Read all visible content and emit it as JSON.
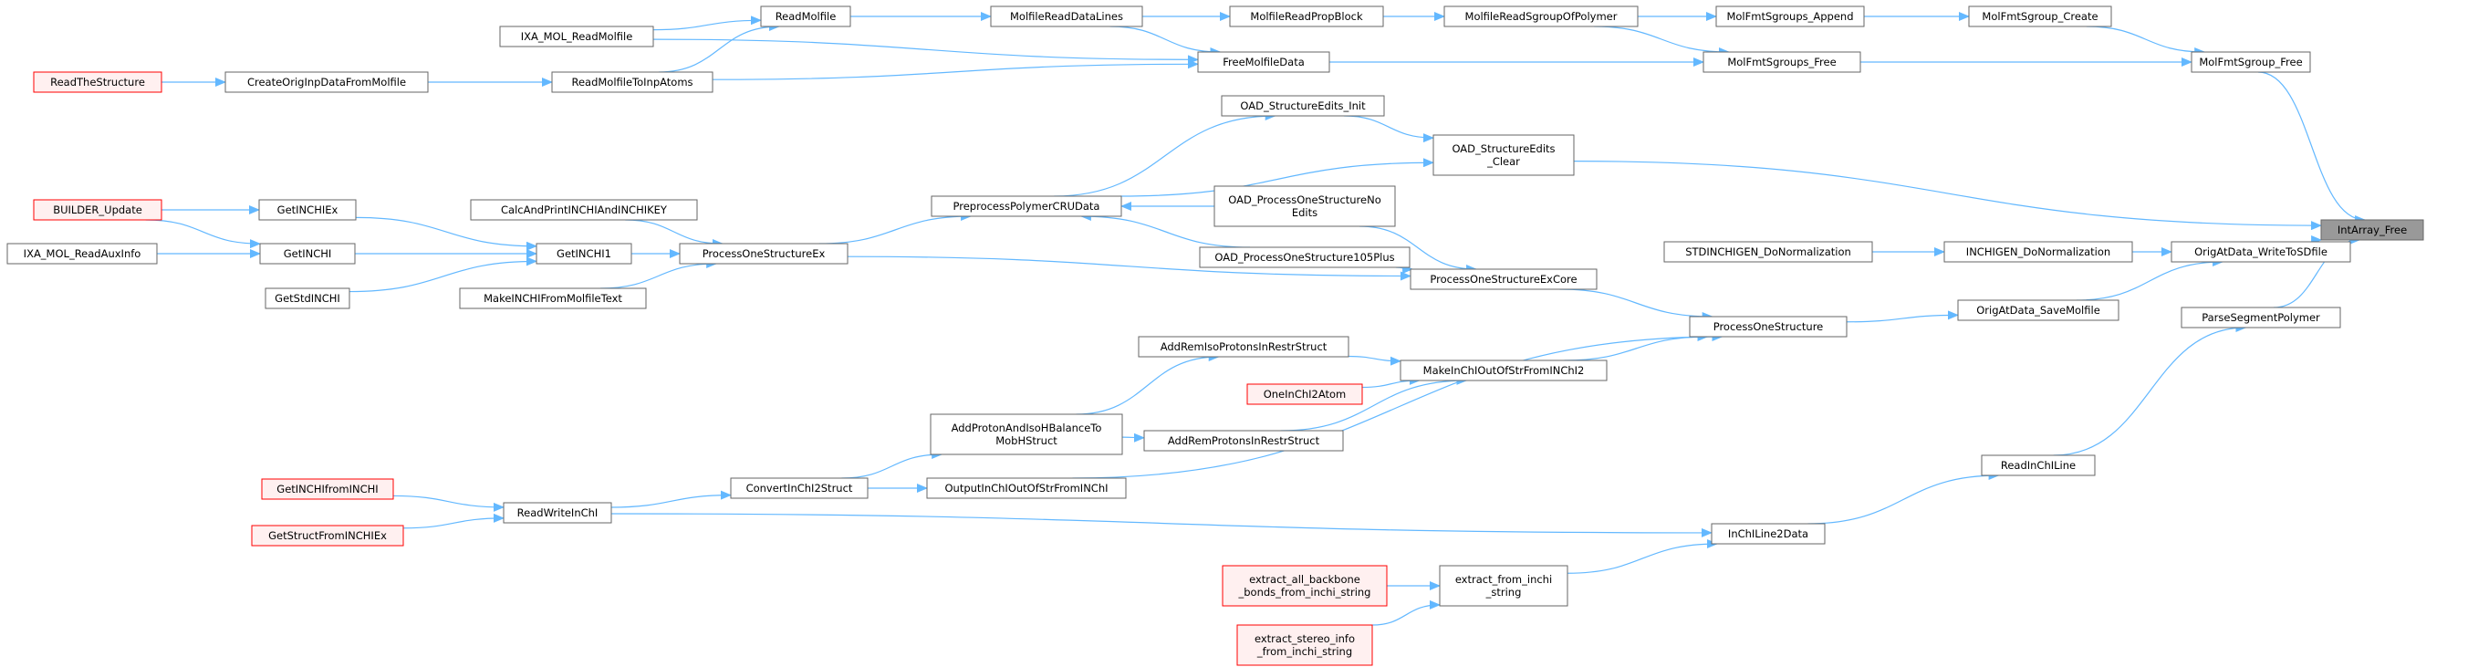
{
  "nodes": [
    {
      "id": "n_intarray_free",
      "label": [
        "IntArray_Free"
      ],
      "style": "focus"
    },
    {
      "id": "n_molfmtsgroup_free",
      "label": [
        "MolFmtSgroup_Free"
      ],
      "style": "normal"
    },
    {
      "id": "n_molfmtsgroup_create",
      "label": [
        "MolFmtSgroup_Create"
      ],
      "style": "normal"
    },
    {
      "id": "n_molfmtsgroups_append",
      "label": [
        "MolFmtSgroups_Append"
      ],
      "style": "normal"
    },
    {
      "id": "n_molfmtsgroups_free",
      "label": [
        "MolFmtSgroups_Free"
      ],
      "style": "normal"
    },
    {
      "id": "n_molfilereadsgroup",
      "label": [
        "MolfileReadSgroupOfPolymer"
      ],
      "style": "normal"
    },
    {
      "id": "n_molfilereadpropblock",
      "label": [
        "MolfileReadPropBlock"
      ],
      "style": "normal"
    },
    {
      "id": "n_molfilereaddatalines",
      "label": [
        "MolfileReadDataLines"
      ],
      "style": "normal"
    },
    {
      "id": "n_readmolfile",
      "label": [
        "ReadMolfile"
      ],
      "style": "normal"
    },
    {
      "id": "n_ixa_mol_readmolfile",
      "label": [
        "IXA_MOL_ReadMolfile"
      ],
      "style": "normal"
    },
    {
      "id": "n_freemolfiledata",
      "label": [
        "FreeMolfileData"
      ],
      "style": "normal"
    },
    {
      "id": "n_readmolfiletoinpatoms",
      "label": [
        "ReadMolfileToInpAtoms"
      ],
      "style": "normal"
    },
    {
      "id": "n_createoriginpdata",
      "label": [
        "CreateOrigInpDataFromMolfile"
      ],
      "style": "normal"
    },
    {
      "id": "n_readthestructure",
      "label": [
        "ReadTheStructure"
      ],
      "style": "red"
    },
    {
      "id": "n_oad_se_init",
      "label": [
        "OAD_StructureEdits_Init"
      ],
      "style": "normal"
    },
    {
      "id": "n_oad_se_clear",
      "label": [
        "OAD_StructureEdits",
        "_Clear"
      ],
      "style": "normal"
    },
    {
      "id": "n_preprocesspolymer",
      "label": [
        "PreprocessPolymerCRUData"
      ],
      "style": "normal"
    },
    {
      "id": "n_oad_noedits",
      "label": [
        "OAD_ProcessOneStructureNo",
        "Edits"
      ],
      "style": "normal"
    },
    {
      "id": "n_oad_105plus",
      "label": [
        "OAD_ProcessOneStructure105Plus"
      ],
      "style": "normal"
    },
    {
      "id": "n_processonestructureex",
      "label": [
        "ProcessOneStructureEx"
      ],
      "style": "normal"
    },
    {
      "id": "n_processonestructureexcore",
      "label": [
        "ProcessOneStructureExCore"
      ],
      "style": "normal"
    },
    {
      "id": "n_calcandprint",
      "label": [
        "CalcAndPrintINCHIAndINCHIKEY"
      ],
      "style": "normal"
    },
    {
      "id": "n_getinchi1",
      "label": [
        "GetINCHI1"
      ],
      "style": "normal"
    },
    {
      "id": "n_makeinchifrommolfile",
      "label": [
        "MakeINCHIFromMolfileText"
      ],
      "style": "normal"
    },
    {
      "id": "n_getinchiex",
      "label": [
        "GetINCHIEx"
      ],
      "style": "normal"
    },
    {
      "id": "n_getinchi",
      "label": [
        "GetINCHI"
      ],
      "style": "normal"
    },
    {
      "id": "n_getstdinchi",
      "label": [
        "GetStdINCHI"
      ],
      "style": "normal"
    },
    {
      "id": "n_builder_update",
      "label": [
        "BUILDER_Update"
      ],
      "style": "red"
    },
    {
      "id": "n_ixa_mol_readauxinfo",
      "label": [
        "IXA_MOL_ReadAuxInfo"
      ],
      "style": "normal"
    },
    {
      "id": "n_stdinchigen",
      "label": [
        "STDINCHIGEN_DoNormalization"
      ],
      "style": "normal"
    },
    {
      "id": "n_inchigen",
      "label": [
        "INCHIGEN_DoNormalization"
      ],
      "style": "normal"
    },
    {
      "id": "n_origat_sdfile",
      "label": [
        "OrigAtData_WriteToSDfile"
      ],
      "style": "normal"
    },
    {
      "id": "n_origat_savemolfile",
      "label": [
        "OrigAtData_SaveMolfile"
      ],
      "style": "normal"
    },
    {
      "id": "n_processonestructure",
      "label": [
        "ProcessOneStructure"
      ],
      "style": "normal"
    },
    {
      "id": "n_parsesegmentpolymer",
      "label": [
        "ParseSegmentPolymer"
      ],
      "style": "normal"
    },
    {
      "id": "n_makeinchioutofstr",
      "label": [
        "MakeInChIOutOfStrFromINChI2"
      ],
      "style": "normal"
    },
    {
      "id": "n_addremisoprotons",
      "label": [
        "AddRemIsoProtonsInRestrStruct"
      ],
      "style": "normal"
    },
    {
      "id": "n_oneinchi2atom",
      "label": [
        "OneInChI2Atom"
      ],
      "style": "red"
    },
    {
      "id": "n_addremprotons",
      "label": [
        "AddRemProtonsInRestrStruct"
      ],
      "style": "normal"
    },
    {
      "id": "n_addprotonandisoh",
      "label": [
        "AddProtonAndIsoHBalanceTo",
        "MobHStruct"
      ],
      "style": "normal"
    },
    {
      "id": "n_convertinchi2struct",
      "label": [
        "ConvertInChI2Struct"
      ],
      "style": "normal"
    },
    {
      "id": "n_outputinchioutofstr",
      "label": [
        "OutputInChIOutOfStrFromINChI"
      ],
      "style": "normal"
    },
    {
      "id": "n_readwriteinchi",
      "label": [
        "ReadWriteInChI"
      ],
      "style": "normal"
    },
    {
      "id": "n_getinchifrominchi",
      "label": [
        "GetINCHIfromINCHI"
      ],
      "style": "red"
    },
    {
      "id": "n_getstructfrominchiex",
      "label": [
        "GetStructFromINCHIEx"
      ],
      "style": "red"
    },
    {
      "id": "n_readinchiline",
      "label": [
        "ReadInChILine"
      ],
      "style": "normal"
    },
    {
      "id": "n_inchiline2data",
      "label": [
        "InChILine2Data"
      ],
      "style": "normal"
    },
    {
      "id": "n_extract_from_inchi",
      "label": [
        "extract_from_inchi",
        "_string"
      ],
      "style": "normal"
    },
    {
      "id": "n_extract_all_backbone",
      "label": [
        "extract_all_backbone",
        "_bonds_from_inchi_string"
      ],
      "style": "red"
    },
    {
      "id": "n_extract_stereo",
      "label": [
        "extract_stereo_info",
        "_from_inchi_string"
      ],
      "style": "red"
    }
  ],
  "edges": [
    [
      "n_molfmtsgroup_free",
      "n_intarray_free"
    ],
    [
      "n_oad_se_clear",
      "n_intarray_free"
    ],
    [
      "n_origat_sdfile",
      "n_intarray_free"
    ],
    [
      "n_parsesegmentpolymer",
      "n_intarray_free"
    ],
    [
      "n_molfmtsgroup_create",
      "n_molfmtsgroup_free"
    ],
    [
      "n_molfmtsgroups_free",
      "n_molfmtsgroup_free"
    ],
    [
      "n_molfmtsgroups_append",
      "n_molfmtsgroup_create"
    ],
    [
      "n_molfilereadsgroup",
      "n_molfmtsgroups_append"
    ],
    [
      "n_molfilereadsgroup",
      "n_molfmtsgroups_free"
    ],
    [
      "n_freemolfiledata",
      "n_molfmtsgroups_free"
    ],
    [
      "n_molfilereadpropblock",
      "n_molfilereadsgroup"
    ],
    [
      "n_molfilereaddatalines",
      "n_molfilereadpropblock"
    ],
    [
      "n_readmolfile",
      "n_molfilereaddatalines"
    ],
    [
      "n_molfilereaddatalines",
      "n_freemolfiledata"
    ],
    [
      "n_ixa_mol_readmolfile",
      "n_readmolfile"
    ],
    [
      "n_readmolfiletoinpatoms",
      "n_readmolfile"
    ],
    [
      "n_ixa_mol_readmolfile",
      "n_freemolfiledata"
    ],
    [
      "n_readmolfiletoinpatoms",
      "n_freemolfiledata"
    ],
    [
      "n_createoriginpdata",
      "n_readmolfiletoinpatoms"
    ],
    [
      "n_readthestructure",
      "n_createoriginpdata"
    ],
    [
      "n_oad_se_init",
      "n_oad_se_clear"
    ],
    [
      "n_preprocesspolymer",
      "n_oad_se_clear"
    ],
    [
      "n_preprocesspolymer",
      "n_oad_se_init"
    ],
    [
      "n_oad_noedits",
      "n_preprocesspolymer"
    ],
    [
      "n_oad_105plus",
      "n_preprocesspolymer"
    ],
    [
      "n_processonestructureex",
      "n_preprocesspolymer"
    ],
    [
      "n_oad_noedits",
      "n_processonestructureexcore"
    ],
    [
      "n_oad_105plus",
      "n_processonestructureexcore"
    ],
    [
      "n_processonestructureex",
      "n_processonestructureexcore"
    ],
    [
      "n_processonestructureexcore",
      "n_processonestructure"
    ],
    [
      "n_calcandprint",
      "n_processonestructureex"
    ],
    [
      "n_getinchi1",
      "n_processonestructureex"
    ],
    [
      "n_makeinchifrommolfile",
      "n_processonestructureex"
    ],
    [
      "n_getinchiex",
      "n_getinchi1"
    ],
    [
      "n_getinchi",
      "n_getinchi1"
    ],
    [
      "n_getstdinchi",
      "n_getinchi1"
    ],
    [
      "n_builder_update",
      "n_getinchiex"
    ],
    [
      "n_builder_update",
      "n_getinchi"
    ],
    [
      "n_ixa_mol_readauxinfo",
      "n_getinchi"
    ],
    [
      "n_stdinchigen",
      "n_inchigen"
    ],
    [
      "n_inchigen",
      "n_origat_sdfile"
    ],
    [
      "n_origat_savemolfile",
      "n_origat_sdfile"
    ],
    [
      "n_processonestructure",
      "n_origat_savemolfile"
    ],
    [
      "n_makeinchioutofstr",
      "n_processonestructure"
    ],
    [
      "n_outputinchioutofstr",
      "n_processonestructure"
    ],
    [
      "n_addremisoprotons",
      "n_makeinchioutofstr"
    ],
    [
      "n_oneinchi2atom",
      "n_makeinchioutofstr"
    ],
    [
      "n_addremprotons",
      "n_makeinchioutofstr"
    ],
    [
      "n_addprotonandisoh",
      "n_addremisoprotons"
    ],
    [
      "n_addprotonandisoh",
      "n_addremprotons"
    ],
    [
      "n_convertinchi2struct",
      "n_addprotonandisoh"
    ],
    [
      "n_convertinchi2struct",
      "n_outputinchioutofstr"
    ],
    [
      "n_readwriteinchi",
      "n_convertinchi2struct"
    ],
    [
      "n_getinchifrominchi",
      "n_readwriteinchi"
    ],
    [
      "n_getstructfrominchiex",
      "n_readwriteinchi"
    ],
    [
      "n_readinchiline",
      "n_parsesegmentpolymer"
    ],
    [
      "n_inchiline2data",
      "n_readinchiline"
    ],
    [
      "n_readwriteinchi",
      "n_inchiline2data"
    ],
    [
      "n_extract_from_inchi",
      "n_inchiline2data"
    ],
    [
      "n_extract_all_backbone",
      "n_extract_from_inchi"
    ],
    [
      "n_extract_stereo",
      "n_extract_from_inchi"
    ]
  ],
  "colors": {
    "edge": "#63b8ff",
    "node_border": "#666666",
    "node_fill": "#ffffff",
    "focus_fill": "#999999",
    "focus_border": "#666666",
    "red_border": "#ff0000",
    "red_fill": "#fff0f0",
    "text": "#000000"
  }
}
